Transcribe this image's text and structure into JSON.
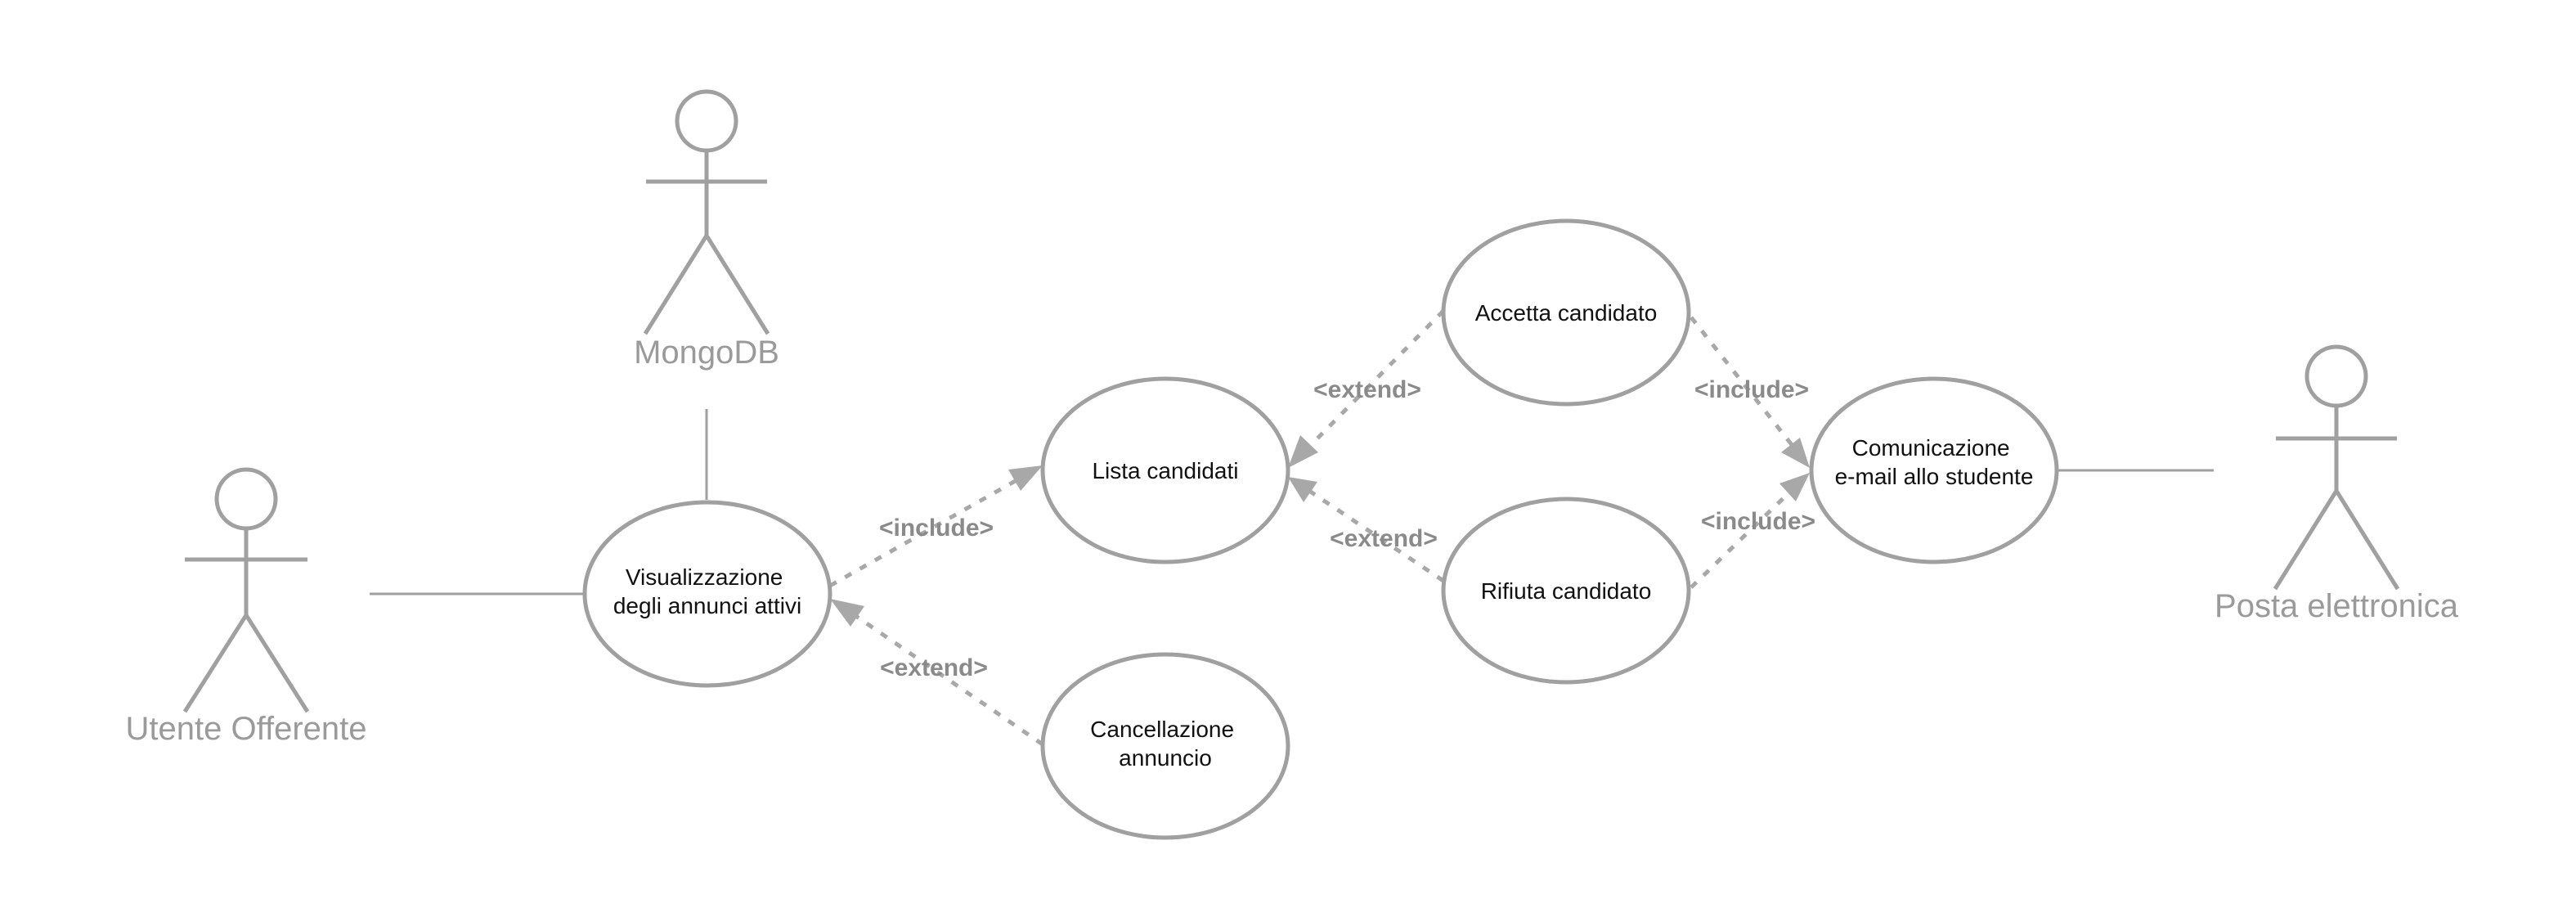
{
  "actors": {
    "mongodb": "MongoDB",
    "utente_offerente": "Utente Offerente",
    "posta_elettronica": "Posta elettronica"
  },
  "use_cases": {
    "visualizzazione": [
      "Visualizzazione",
      "degli annunci attivi"
    ],
    "lista_candidati": [
      "Lista candidati"
    ],
    "cancellazione": [
      "Cancellazione",
      "annuncio"
    ],
    "accetta": [
      "Accetta candidato"
    ],
    "rifiuta": [
      "Rifiuta candidato"
    ],
    "comunicazione": [
      "Comunicazione",
      "e-mail allo studente"
    ]
  },
  "relations": {
    "include_lista": "<include>",
    "extend_cancellazione": "<extend>",
    "extend_accetta": "<extend>",
    "extend_rifiuta": "<extend>",
    "include_accetta_comunicazione": "<include>",
    "include_rifiuta_comunicazione": "<include>"
  },
  "colors": {
    "stroke": "#a0a0a0",
    "actor_text": "#9a9a9a",
    "stereotype_text": "#8a8a8a",
    "usecase_text": "#111111",
    "background": "#ffffff"
  }
}
